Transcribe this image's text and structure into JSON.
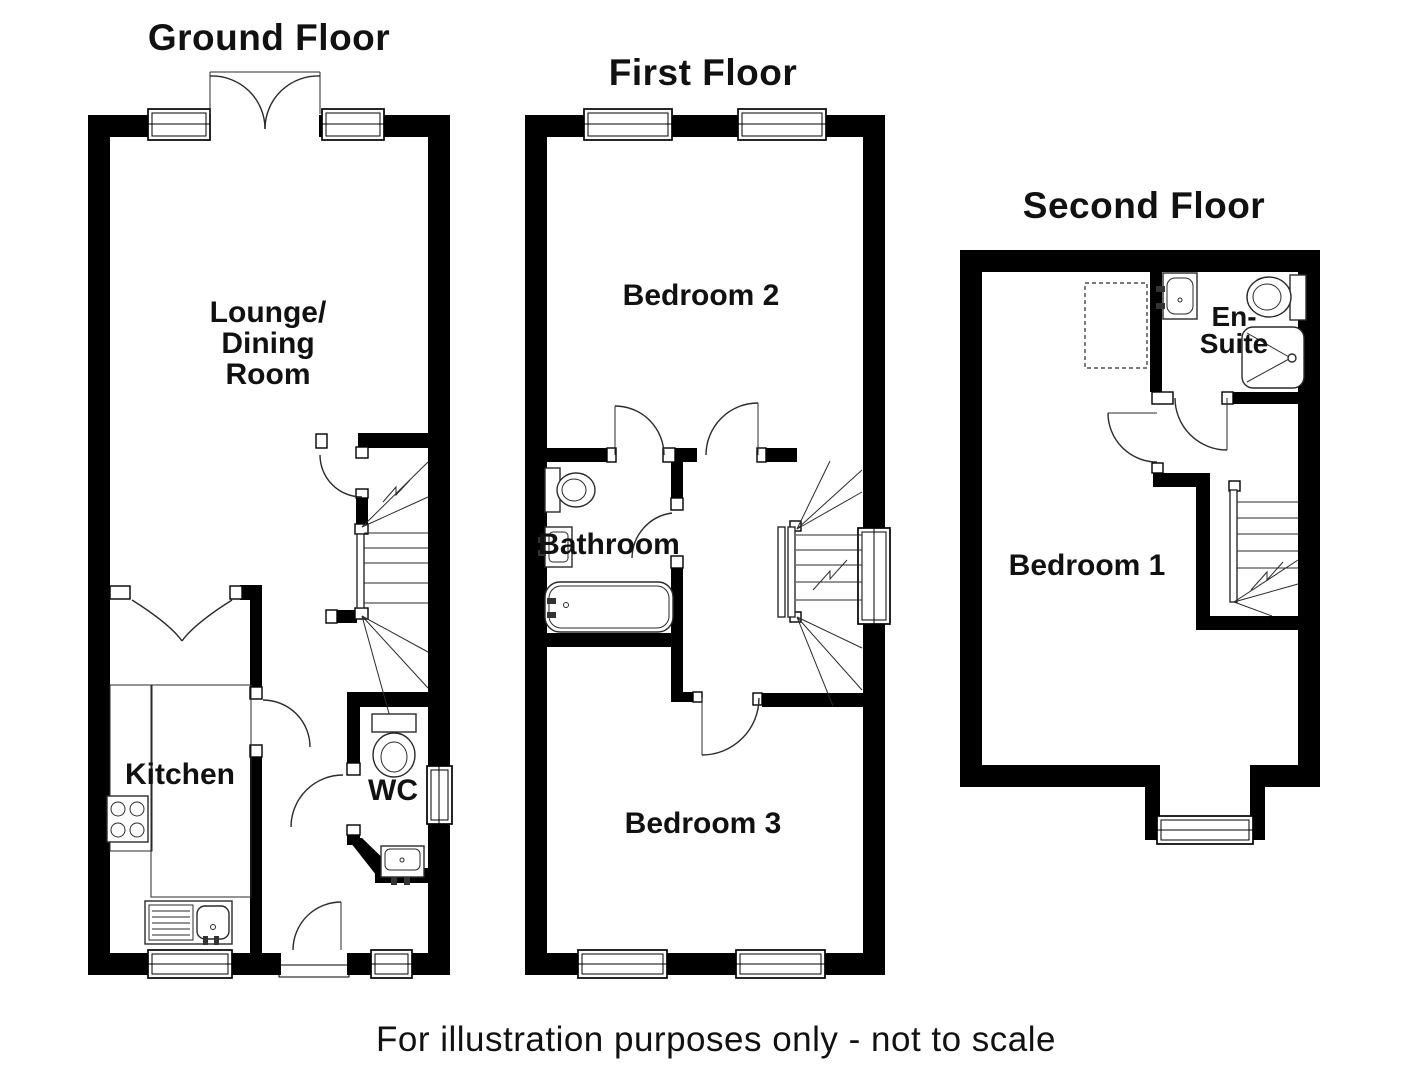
{
  "page": {
    "background": "#ffffff",
    "wall_color": "#000000",
    "line_color": "#2a2a2a",
    "disclaimer": "For illustration purposes only - not to scale"
  },
  "floors": {
    "ground": {
      "title": "Ground Floor",
      "rooms": {
        "lounge_line1": "Lounge/",
        "lounge_line2": "Dining",
        "lounge_line3": "Room",
        "kitchen": "Kitchen",
        "wc": "WC"
      }
    },
    "first": {
      "title": "First Floor",
      "rooms": {
        "bedroom2": "Bedroom 2",
        "bathroom": "Bathroom",
        "bedroom3": "Bedroom 3"
      }
    },
    "second": {
      "title": "Second Floor",
      "rooms": {
        "bedroom1": "Bedroom 1",
        "ensuite_line1": "En-",
        "ensuite_line2": "Suite"
      }
    }
  }
}
